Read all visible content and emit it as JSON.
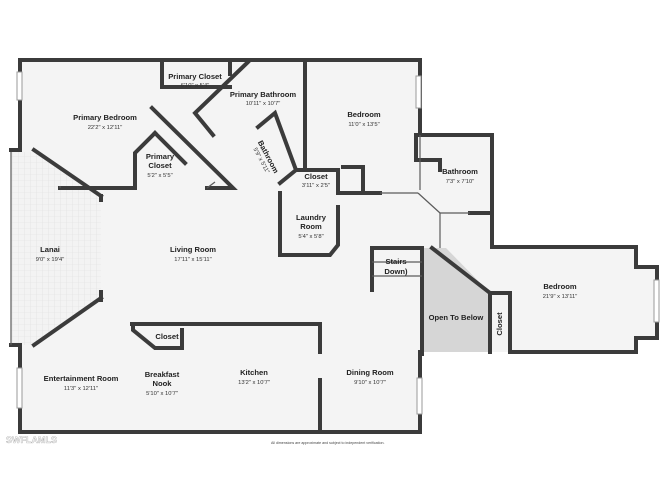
{
  "rooms": {
    "primary_closet_top": {
      "name": "Primary Closet",
      "dim": "6'10\" x 5'4\""
    },
    "primary_bathroom": {
      "name": "Primary Bathroom",
      "dim": "10'11\" x 10'7\""
    },
    "primary_bedroom": {
      "name": "Primary Bedroom",
      "dim": "22'2\" x 12'11\""
    },
    "primary_closet_small": {
      "name_line1": "Primary",
      "name_line2": "Closet",
      "dim": "5'2\" x 5'5\""
    },
    "bathroom_small": {
      "name": "Bathroom",
      "dim": "5'9\" x 5'11\""
    },
    "bedroom_top": {
      "name": "Bedroom",
      "dim": "11'0\" x 13'5\""
    },
    "closet_hall": {
      "name": "Closet",
      "dim": "3'11\" x 2'5\""
    },
    "bathroom_right": {
      "name": "Bathroom",
      "dim": "7'3\" x 7'10\""
    },
    "laundry": {
      "name_line1": "Laundry",
      "name_line2": "Room",
      "dim": "5'4\" x 5'8\""
    },
    "lanai": {
      "name": "Lanai",
      "dim": "9'0\" x 19'4\""
    },
    "living": {
      "name": "Living Room",
      "dim": "17'11\" x 15'11\""
    },
    "stairs": {
      "name_line1": "Stairs",
      "name_line2": "Down)"
    },
    "bedroom_right": {
      "name": "Bedroom",
      "dim": "21'9\" x 13'11\""
    },
    "open_to_below": {
      "name": "Open To Below"
    },
    "closet_vertical": {
      "name": "Closet"
    },
    "closet_kitchen": {
      "name": "Closet"
    },
    "entertainment": {
      "name": "Entertainment Room",
      "dim": "11'3\" x 12'11\""
    },
    "breakfast": {
      "name_line1": "Breakfast",
      "name_line2": "Nook",
      "dim": "5'10\" x 10'7\""
    },
    "kitchen": {
      "name": "Kitchen",
      "dim": "13'2\" x 10'7\""
    },
    "dining": {
      "name": "Dining Room",
      "dim": "9'10\" x 10'7\""
    }
  },
  "disclaimer": "All dimensions are approximate and subject to independent verification.",
  "watermark": "SWFLAMLS",
  "colors": {
    "wall": "#3b3b3b",
    "floor": "#f4f4f4",
    "open_area": "#d6d6d6"
  }
}
